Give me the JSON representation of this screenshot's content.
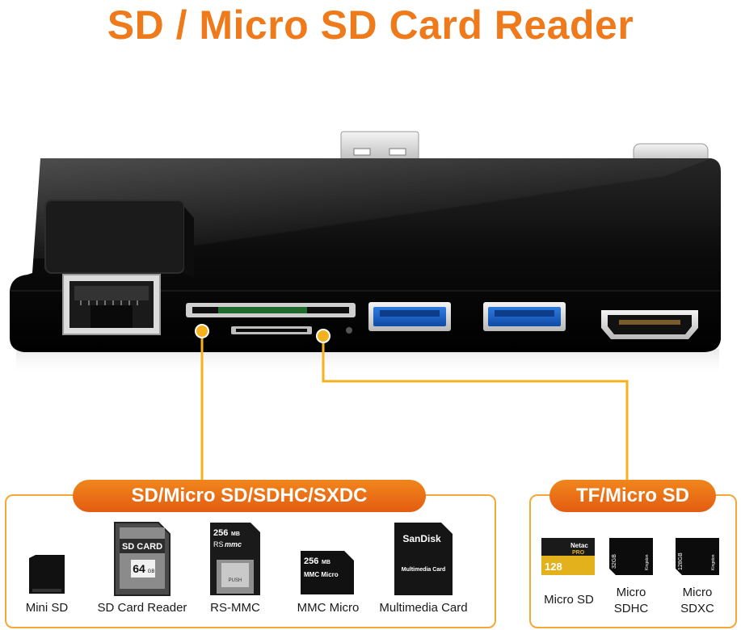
{
  "title": "SD / Micro SD Card Reader",
  "left_group": {
    "label": "SD/Micro SD/SDHC/SXDC",
    "cards": [
      {
        "name": "Mini SD",
        "label": "Mini SD"
      },
      {
        "name": "SD Card Reader",
        "label": "SD Card Reader",
        "face_text": "SD CARD",
        "capacity": "64",
        "unit": "GB"
      },
      {
        "name": "RS-MMC",
        "label": "RS-MMC",
        "capacity": "256",
        "unit": "MB",
        "face_text": "RS",
        "face_text2": "mmc",
        "push": "PUSH"
      },
      {
        "name": "MMC Micro",
        "label": "MMC Micro",
        "capacity": "256",
        "unit": "MB",
        "face_text": "MMC Micro"
      },
      {
        "name": "Multimedia Card",
        "label": "Multimedia Card",
        "brand": "SanDisk",
        "face_text": "Multimedia Card"
      }
    ]
  },
  "right_group": {
    "label": "TF/Micro SD",
    "cards": [
      {
        "name": "Micro SD",
        "label": "Micro SD",
        "brand": "Netac",
        "tag": "PRO",
        "capacity": "128"
      },
      {
        "name": "Micro SDHC",
        "label": "Micro SDHC",
        "brand": "Kingston",
        "capacity": "32GB"
      },
      {
        "name": "Micro SDXC",
        "label": "Micro SDXC",
        "brand": "Kingston",
        "capacity": "128GB"
      }
    ]
  },
  "colors": {
    "accent": "#ee7a1c",
    "pill_top": "#f0861c",
    "pill_bottom": "#e45c11",
    "connector": "#f5b21e",
    "panel_border": "#f3a838",
    "device_body": "#0b0b0b",
    "usb_blue": "#1e63c8"
  },
  "ports": [
    "ethernet-port",
    "sd-slot",
    "micro-sd-slot",
    "usb-a-port-1",
    "usb-a-port-2",
    "hdmi-port"
  ]
}
